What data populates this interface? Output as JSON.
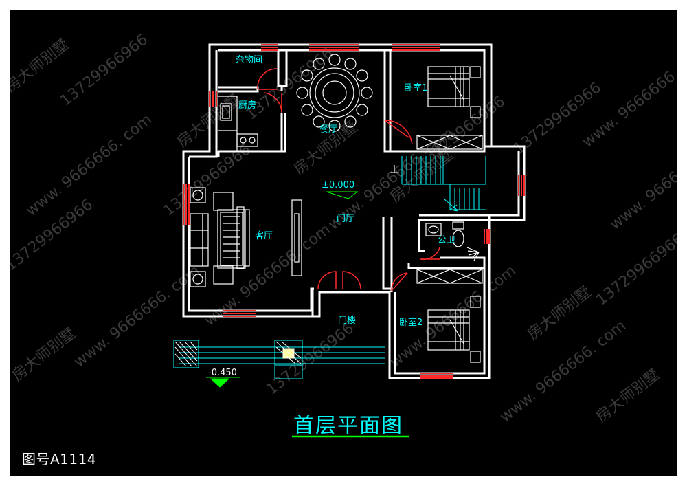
{
  "title": "首层平面图",
  "drawing_number": "图号A1114",
  "rooms": {
    "storage": "杂物间",
    "kitchen": "厨房",
    "dining": "餐厅",
    "bedroom1": "卧室1",
    "living": "客厅",
    "foyer": "门厅",
    "public_bath": "公卫",
    "porch": "门楼",
    "bedroom2": "卧室2"
  },
  "labels": {
    "stair_up": "上",
    "floor_level": "±0.000",
    "outdoor_level": "-0.450"
  },
  "watermarks": {
    "phone": "13729966966",
    "site": "www. 9666666. com",
    "brand": "房大师别墅"
  },
  "colors": {
    "background": "#000000",
    "wall": "#ffffff",
    "window": "#ff2a2a",
    "furniture": "#ffffff",
    "stair": "#00ffff",
    "title": "#00ffff",
    "title_underline": "#00ff00",
    "level_marker": "#00ff00",
    "room_text": "#00ffff",
    "watermark": "#3a3a3a"
  }
}
